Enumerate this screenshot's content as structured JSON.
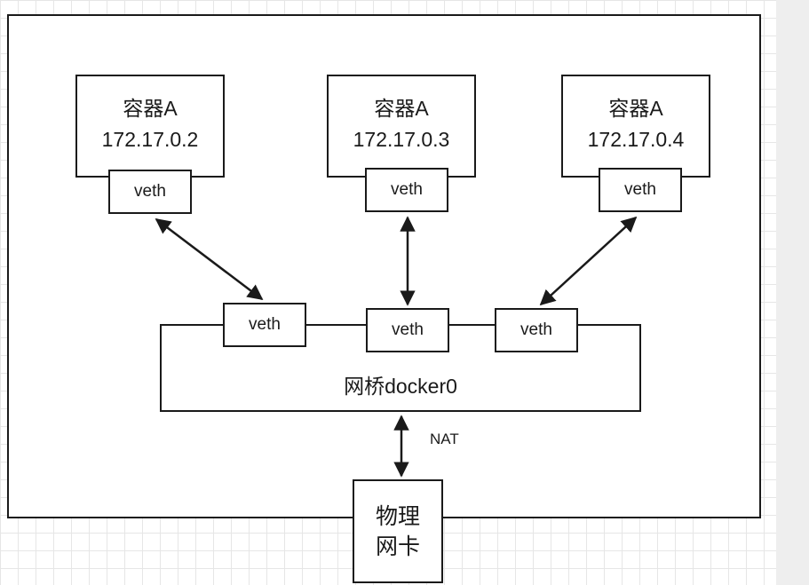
{
  "containers": [
    {
      "name": "容器A",
      "ip": "172.17.0.2",
      "veth": "veth"
    },
    {
      "name": "容器A",
      "ip": "172.17.0.3",
      "veth": "veth"
    },
    {
      "name": "容器A",
      "ip": "172.17.0.4",
      "veth": "veth"
    }
  ],
  "bridge": {
    "label": "网桥docker0",
    "veths": [
      "veth",
      "veth",
      "veth"
    ]
  },
  "nat": {
    "label": "NAT"
  },
  "physical_nic": {
    "line1": "物理",
    "line2": "网卡"
  },
  "colors": {
    "stroke": "#1a1a1a",
    "grid": "#e6e6e6",
    "background": "#ffffff"
  }
}
